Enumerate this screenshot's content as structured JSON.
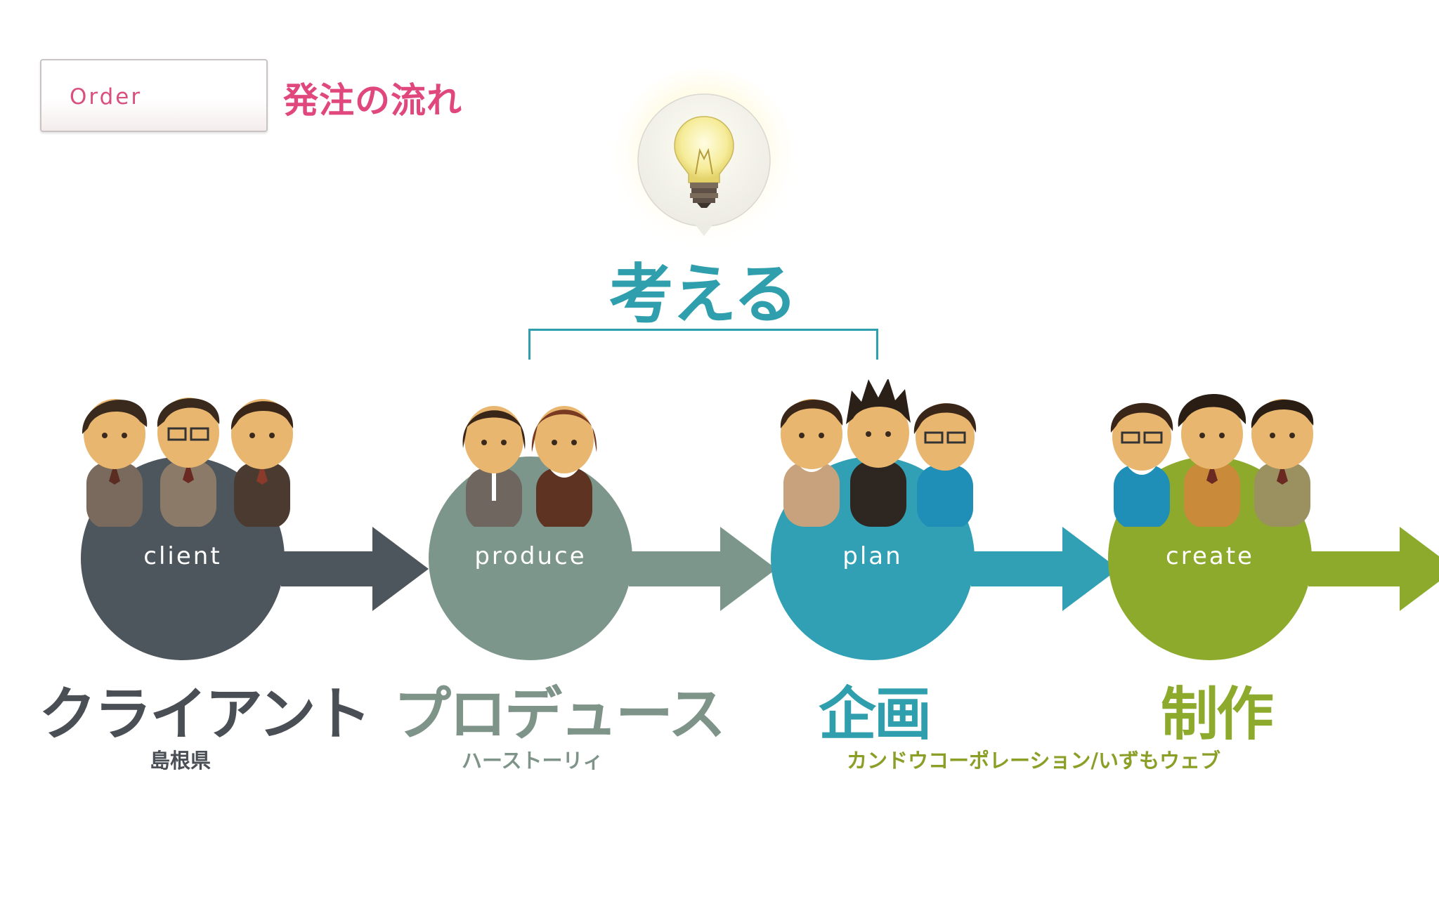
{
  "header": {
    "badge_label": "Order",
    "title": "発注の流れ"
  },
  "idea": {
    "label": "考える",
    "icon": "lightbulb-icon"
  },
  "stages": [
    {
      "en": "client",
      "jp": "クライアント",
      "sub": "島根県",
      "color": "#4e565d"
    },
    {
      "en": "produce",
      "jp": "プロデュース",
      "sub": "ハーストーリィ",
      "color": "#7d968b"
    },
    {
      "en": "plan",
      "jp": "企画",
      "sub": "カンドウコーポレーション/いずもウェブ",
      "color": "#32a0b4"
    },
    {
      "en": "create",
      "jp": "制作",
      "sub": "",
      "color": "#8daa2d"
    }
  ],
  "colors": {
    "accent_pink": "#e0487d",
    "think_teal": "#2f9fae",
    "sub_green": "#8b9e26",
    "jp_gray": "#4a4f55",
    "jp_sage": "#7f9489"
  }
}
